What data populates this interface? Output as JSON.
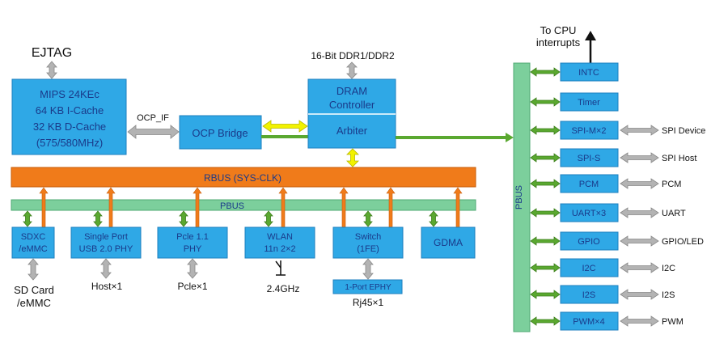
{
  "colors": {
    "block_fill": "#2fa8e6",
    "block_text": "#1a3a8a",
    "rbus_fill": "#f07b1a",
    "pbus_fill": "#7ccf9c",
    "green_arrow": "#5aa830",
    "gray_arrow": "#b3b3b3",
    "yellow_arrow": "#f2f200",
    "label_text": "#111111"
  },
  "cpu": {
    "ejtag": "EJTAG",
    "lines": [
      "MIPS 24KEc",
      "64 KB I-Cache",
      "32 KB D-Cache",
      "(575/580MHz)"
    ]
  },
  "ocp_if": "OCP_IF",
  "ocp_bridge": "OCP Bridge",
  "ddr_label": "16-Bit DDR1/DDR2",
  "dram_lines": [
    "DRAM",
    "Controller"
  ],
  "arbiter": "Arbiter",
  "rbus": "RBUS (SYS-CLK)",
  "pbus_h": "PBUS",
  "pbus_v": "PBUS",
  "peripherals": {
    "sdxc": {
      "lines": [
        "SDXC",
        "/eMMC"
      ],
      "ext_lines": [
        "SD Card",
        "/eMMC"
      ]
    },
    "usb": {
      "lines": [
        "Single Port",
        "USB 2.0 PHY"
      ],
      "ext": "Host×1"
    },
    "pcie": {
      "lines": [
        "Pcle 1.1",
        "PHY"
      ],
      "ext": "Pcle×1"
    },
    "wlan": {
      "lines": [
        "WLAN",
        "11n 2×2"
      ],
      "ext": "2.4GHz"
    },
    "switch": {
      "lines": [
        "Switch",
        "(1FE)"
      ],
      "ephy": "1-Port EPHY",
      "ext": "Rj45×1"
    },
    "gdma": {
      "label": "GDMA"
    }
  },
  "cpu_interrupts": [
    "To CPU",
    "interrupts"
  ],
  "right_blocks": [
    {
      "label": "INTC",
      "ext": ""
    },
    {
      "label": "Timer",
      "ext": ""
    },
    {
      "label": "SPI-M×2",
      "ext": "SPI Device"
    },
    {
      "label": "SPI-S",
      "ext": "SPI Host"
    },
    {
      "label": "PCM",
      "ext": "PCM"
    },
    {
      "label": "UART×3",
      "ext": "UART"
    },
    {
      "label": "GPIO",
      "ext": "GPIO/LED"
    },
    {
      "label": "I2C",
      "ext": "I2C"
    },
    {
      "label": "I2S",
      "ext": "I2S"
    },
    {
      "label": "PWM×4",
      "ext": "PWM"
    }
  ]
}
